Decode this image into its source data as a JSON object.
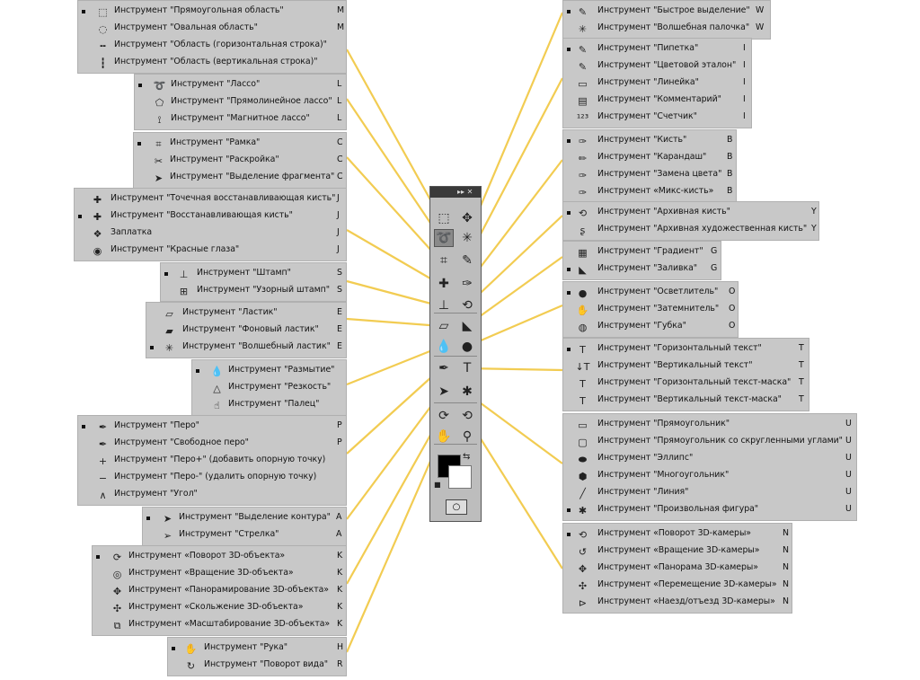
{
  "colors": {
    "panel": "#c8c8c8",
    "connector": "#f2cc52",
    "toolbox": "#bdbdbd",
    "toolbox_header": "#3a3a3a"
  },
  "groups": {
    "marquee": [
      {
        "label": "Инструмент \"Прямоугольная область\"",
        "key": "M",
        "icon": "dashed-rect-icon",
        "active": true
      },
      {
        "label": "Инструмент \"Овальная область\"",
        "key": "M",
        "icon": "dashed-ellipse-icon"
      },
      {
        "label": "Инструмент \"Область (горизонтальная строка)\"",
        "key": "",
        "icon": "row-marquee-icon"
      },
      {
        "label": "Инструмент \"Область (вертикальная строка)\"",
        "key": "",
        "icon": "column-marquee-icon"
      }
    ],
    "lasso": [
      {
        "label": "Инструмент \"Лассо\"",
        "key": "L",
        "icon": "lasso-icon",
        "active": true
      },
      {
        "label": "Инструмент \"Прямолинейное лассо\"",
        "key": "L",
        "icon": "polygon-lasso-icon"
      },
      {
        "label": "Инструмент \"Магнитное лассо\"",
        "key": "L",
        "icon": "magnetic-lasso-icon"
      }
    ],
    "crop": [
      {
        "label": "Инструмент \"Рамка\"",
        "key": "C",
        "icon": "crop-icon",
        "active": true
      },
      {
        "label": "Инструмент \"Раскройка\"",
        "key": "C",
        "icon": "slice-icon"
      },
      {
        "label": "Инструмент \"Выделение фрагмента\"",
        "key": "C",
        "icon": "slice-select-icon"
      }
    ],
    "healing": [
      {
        "label": "Инструмент \"Точечная восстанавливающая кисть\"",
        "key": "J",
        "icon": "spot-healing-icon"
      },
      {
        "label": "Инструмент \"Восстанавливающая кисть\"",
        "key": "J",
        "icon": "healing-brush-icon",
        "active": true
      },
      {
        "label": "Заплатка",
        "key": "J",
        "icon": "patch-icon"
      },
      {
        "label": "Инструмент \"Красные глаза\"",
        "key": "J",
        "icon": "red-eye-icon"
      }
    ],
    "stamp": [
      {
        "label": "Инструмент \"Штамп\"",
        "key": "S",
        "icon": "clone-stamp-icon",
        "active": true
      },
      {
        "label": "Инструмент \"Узорный штамп\"",
        "key": "S",
        "icon": "pattern-stamp-icon"
      }
    ],
    "eraser": [
      {
        "label": "Инструмент \"Ластик\"",
        "key": "E",
        "icon": "eraser-icon"
      },
      {
        "label": "Инструмент \"Фоновый ластик\"",
        "key": "E",
        "icon": "background-eraser-icon"
      },
      {
        "label": "Инструмент \"Волшебный ластик\"",
        "key": "E",
        "icon": "magic-eraser-icon",
        "active": true
      }
    ],
    "blur": [
      {
        "label": "Инструмент \"Размытие\"",
        "key": "",
        "icon": "blur-icon",
        "active": true
      },
      {
        "label": "Инструмент \"Резкость\"",
        "key": "",
        "icon": "sharpen-icon"
      },
      {
        "label": "Инструмент \"Палец\"",
        "key": "",
        "icon": "smudge-icon"
      }
    ],
    "pen": [
      {
        "label": "Инструмент \"Перо\"",
        "key": "P",
        "icon": "pen-icon",
        "active": true
      },
      {
        "label": "Инструмент \"Свободное перо\"",
        "key": "P",
        "icon": "freeform-pen-icon"
      },
      {
        "label": "Инструмент \"Перо+\" (добавить опорную точку)",
        "key": "",
        "icon": "add-anchor-icon"
      },
      {
        "label": "Инструмент \"Перо-\" (удалить опорную точку)",
        "key": "",
        "icon": "delete-anchor-icon"
      },
      {
        "label": "Инструмент \"Угол\"",
        "key": "",
        "icon": "convert-point-icon"
      }
    ],
    "path_select": [
      {
        "label": "Инструмент \"Выделение контура\"",
        "key": "A",
        "icon": "path-select-icon",
        "active": true
      },
      {
        "label": "Инструмент \"Стрелка\"",
        "key": "A",
        "icon": "direct-select-icon"
      }
    ],
    "obj3d": [
      {
        "label": "Инструмент «Поворот 3D-объекта»",
        "key": "K",
        "icon": "rotate-3d-object-icon",
        "active": true
      },
      {
        "label": "Инструмент «Вращение 3D-объекта»",
        "key": "K",
        "icon": "roll-3d-object-icon"
      },
      {
        "label": "Инструмент «Панорамирование 3D-объекта»",
        "key": "K",
        "icon": "pan-3d-object-icon"
      },
      {
        "label": "Инструмент «Скольжение 3D-объекта»",
        "key": "K",
        "icon": "slide-3d-object-icon"
      },
      {
        "label": "Инструмент «Масштабирование 3D-объекта»",
        "key": "K",
        "icon": "scale-3d-object-icon"
      }
    ],
    "hand": [
      {
        "label": "Инструмент \"Рука\"",
        "key": "H",
        "icon": "hand-icon",
        "active": true
      },
      {
        "label": "Инструмент \"Поворот вида\"",
        "key": "R",
        "icon": "rotate-view-icon"
      }
    ],
    "quick_select": [
      {
        "label": "Инструмент \"Быстрое выделение\"",
        "key": "W",
        "icon": "quick-select-icon",
        "active": true
      },
      {
        "label": "Инструмент \"Волшебная палочка\"",
        "key": "W",
        "icon": "magic-wand-icon"
      }
    ],
    "eyedropper": [
      {
        "label": "Инструмент \"Пипетка\"",
        "key": "I",
        "icon": "eyedropper-icon",
        "active": true
      },
      {
        "label": "Инструмент \"Цветовой эталон\"",
        "key": "I",
        "icon": "color-sampler-icon"
      },
      {
        "label": "Инструмент \"Линейка\"",
        "key": "I",
        "icon": "ruler-icon"
      },
      {
        "label": "Инструмент \"Комментарий\"",
        "key": "I",
        "icon": "note-icon"
      },
      {
        "label": "Инструмент \"Счетчик\"",
        "key": "I",
        "icon": "count-icon"
      }
    ],
    "brush": [
      {
        "label": "Инструмент \"Кисть\"",
        "key": "B",
        "icon": "brush-icon",
        "active": true
      },
      {
        "label": "Инструмент \"Карандаш\"",
        "key": "B",
        "icon": "pencil-icon"
      },
      {
        "label": "Инструмент \"Замена цвета\"",
        "key": "B",
        "icon": "color-replace-icon"
      },
      {
        "label": "Инструмент «Микс-кисть»",
        "key": "B",
        "icon": "mixer-brush-icon"
      }
    ],
    "history": [
      {
        "label": "Инструмент \"Архивная кисть\"",
        "key": "Y",
        "icon": "history-brush-icon",
        "active": true
      },
      {
        "label": "Инструмент \"Архивная художественная кисть\"",
        "key": "Y",
        "icon": "art-history-brush-icon"
      }
    ],
    "gradient": [
      {
        "label": "Инструмент \"Градиент\"",
        "key": "G",
        "icon": "gradient-icon"
      },
      {
        "label": "Инструмент \"Заливка\"",
        "key": "G",
        "icon": "paint-bucket-icon",
        "active": true
      }
    ],
    "dodge": [
      {
        "label": "Инструмент \"Осветлитель\"",
        "key": "O",
        "icon": "dodge-icon",
        "active": true
      },
      {
        "label": "Инструмент \"Затемнитель\"",
        "key": "O",
        "icon": "burn-icon"
      },
      {
        "label": "Инструмент \"Губка\"",
        "key": "O",
        "icon": "sponge-icon"
      }
    ],
    "type": [
      {
        "label": "Инструмент \"Горизонтальный текст\"",
        "key": "T",
        "icon": "horizontal-type-icon",
        "active": true
      },
      {
        "label": "Инструмент \"Вертикальный текст\"",
        "key": "T",
        "icon": "vertical-type-icon"
      },
      {
        "label": "Инструмент \"Горизонтальный текст-маска\"",
        "key": "T",
        "icon": "horizontal-type-mask-icon"
      },
      {
        "label": "Инструмент \"Вертикальный текст-маска\"",
        "key": "T",
        "icon": "vertical-type-mask-icon"
      }
    ],
    "shape": [
      {
        "label": "Инструмент \"Прямоугольник\"",
        "key": "U",
        "icon": "rectangle-icon"
      },
      {
        "label": "Инструмент \"Прямоугольник со скругленными углами\"",
        "key": "U",
        "icon": "rounded-rectangle-icon"
      },
      {
        "label": "Инструмент \"Эллипс\"",
        "key": "U",
        "icon": "ellipse-icon"
      },
      {
        "label": "Инструмент \"Многоугольник\"",
        "key": "U",
        "icon": "polygon-icon"
      },
      {
        "label": "Инструмент \"Линия\"",
        "key": "U",
        "icon": "line-icon"
      },
      {
        "label": "Инструмент \"Произвольная фигура\"",
        "key": "U",
        "icon": "custom-shape-icon",
        "active": true
      }
    ],
    "camera3d": [
      {
        "label": "Инструмент «Поворот 3D-камеры»",
        "key": "N",
        "icon": "orbit-3d-camera-icon",
        "active": true
      },
      {
        "label": "Инструмент «Вращение 3D-камеры»",
        "key": "N",
        "icon": "roll-3d-camera-icon"
      },
      {
        "label": "Инструмент «Панорама 3D-камеры»",
        "key": "N",
        "icon": "pan-3d-camera-icon"
      },
      {
        "label": "Инструмент «Перемещение 3D-камеры»",
        "key": "N",
        "icon": "walk-3d-camera-icon"
      },
      {
        "label": "Инструмент «Наезд/отъезд 3D-камеры»",
        "key": "N",
        "icon": "zoom-3d-camera-icon"
      }
    ]
  },
  "toolbox": {
    "header_controls": "▸▸ ✕",
    "tools": [
      {
        "icon": "marquee-tool-icon",
        "glyph": "⬚"
      },
      {
        "icon": "move-tool-icon",
        "glyph": "✥"
      },
      {
        "icon": "lasso-tool-icon",
        "glyph": "➰",
        "selected": true
      },
      {
        "icon": "quick-select-tool-icon",
        "glyph": "✳"
      },
      {
        "icon": "crop-tool-icon",
        "glyph": "⌗"
      },
      {
        "icon": "eyedropper-tool-icon",
        "glyph": "✎"
      },
      {
        "icon": "healing-tool-icon",
        "glyph": "✚"
      },
      {
        "icon": "brush-tool-icon",
        "glyph": "✑"
      },
      {
        "icon": "stamp-tool-icon",
        "glyph": "⊥"
      },
      {
        "icon": "history-brush-tool-icon",
        "glyph": "⟲"
      },
      {
        "icon": "eraser-tool-icon",
        "glyph": "▱"
      },
      {
        "icon": "bucket-tool-icon",
        "glyph": "◣"
      },
      {
        "icon": "blur-tool-icon",
        "glyph": "💧"
      },
      {
        "icon": "dodge-tool-icon",
        "glyph": "●"
      },
      {
        "icon": "pen-tool-icon",
        "glyph": "✒"
      },
      {
        "icon": "type-tool-icon",
        "glyph": "T"
      },
      {
        "icon": "path-select-tool-icon",
        "glyph": "➤"
      },
      {
        "icon": "shape-tool-icon",
        "glyph": "✱"
      },
      {
        "icon": "rotate-3d-tool-icon",
        "glyph": "⟳"
      },
      {
        "icon": "camera-3d-tool-icon",
        "glyph": "⟲"
      },
      {
        "icon": "hand-tool-icon",
        "glyph": "✋"
      },
      {
        "icon": "zoom-tool-icon",
        "glyph": "⚲"
      }
    ],
    "swap_glyph": "⇆",
    "default_glyph": "■",
    "quickmask_glyph": "○"
  }
}
